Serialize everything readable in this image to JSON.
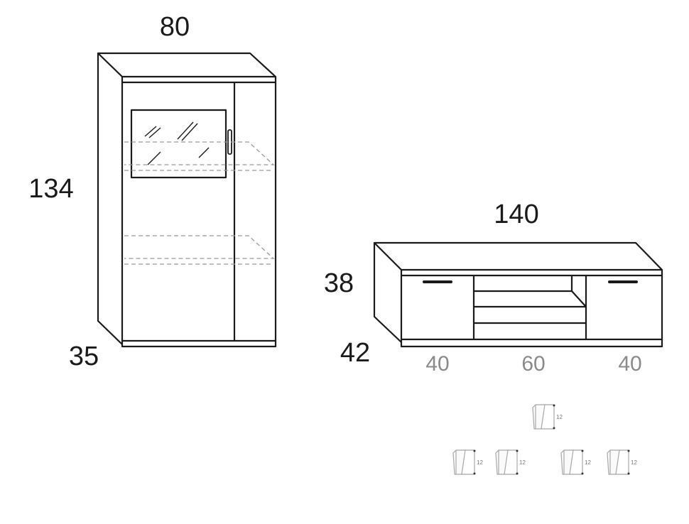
{
  "cabinet": {
    "width": "80",
    "height": "134",
    "depth": "35"
  },
  "tv_unit": {
    "width": "140",
    "height": "38",
    "depth": "42",
    "sections": [
      "40",
      "60",
      "40"
    ]
  },
  "legs": {
    "label": "12",
    "count": 5
  }
}
